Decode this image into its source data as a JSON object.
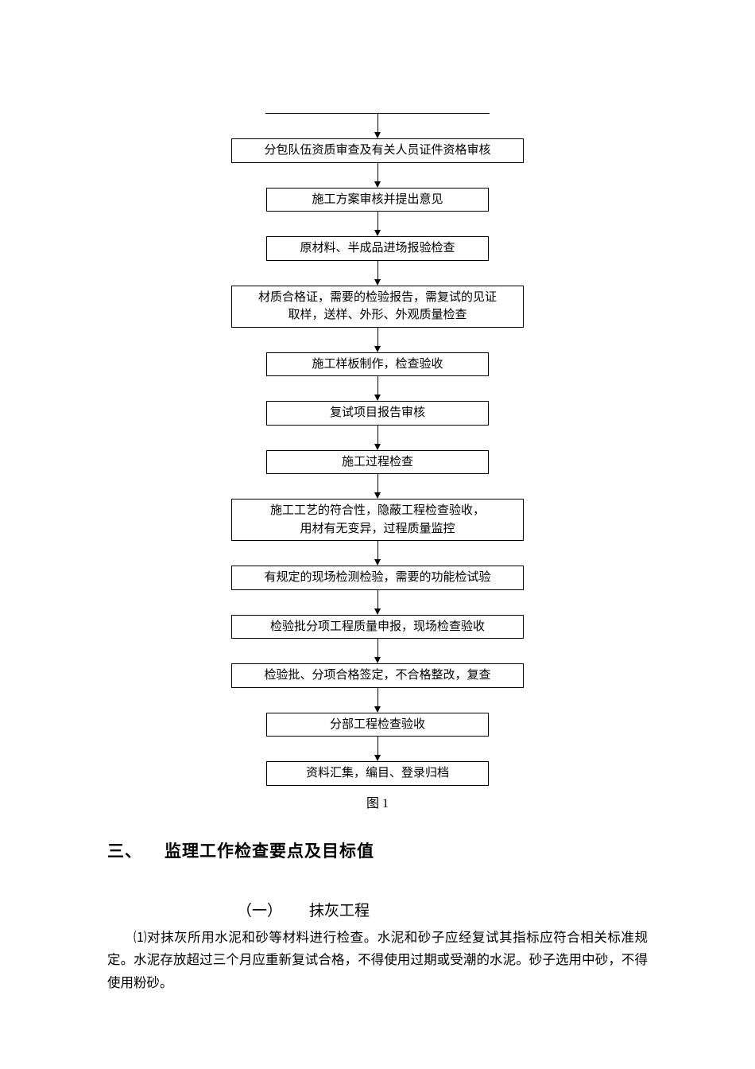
{
  "flowchart": {
    "caption": "图 1",
    "nodes": [
      {
        "label": "分包队伍资质审查及有关人员证件资格审核",
        "wide": true
      },
      {
        "label": "施工方案审核并提出意见",
        "wide": false
      },
      {
        "label": "原材料、半成品进场报验检查",
        "wide": false
      },
      {
        "label": "材质合格证，需要的检验报告，需复试的见证\n取样，送样、外形、外观质量检查",
        "wide": true
      },
      {
        "label": "施工样板制作，检查验收",
        "wide": false
      },
      {
        "label": "复试项目报告审核",
        "wide": false
      },
      {
        "label": "施工过程检查",
        "wide": false
      },
      {
        "label": "施工工艺的符合性，隐蔽工程检查验收，\n用材有无变异，过程质量监控",
        "wide": true
      },
      {
        "label": "有规定的现场检测检验，需要的功能检试验",
        "wide": true
      },
      {
        "label": "检验批分项工程质量申报，现场检查验收",
        "wide": true
      },
      {
        "label": "检验批、分项合格签定，不合格整改，复查",
        "wide": true
      },
      {
        "label": "分部工程检查验收",
        "wide": false
      },
      {
        "label": "资料汇集，编目、登录归档",
        "wide": false
      }
    ]
  },
  "section": {
    "heading_number": "三、",
    "heading_title": "监理工作检查要点及目标值",
    "subsection_number": "（一）",
    "subsection_title": "抹灰工程",
    "paragraph": "⑴对抹灰所用水泥和砂等材料进行检查。水泥和砂子应经复试其指标应符合相关标准规定。水泥存放超过三个月应重新复试合格，不得使用过期或受潮的水泥。砂子选用中砂，不得使用粉砂。"
  }
}
